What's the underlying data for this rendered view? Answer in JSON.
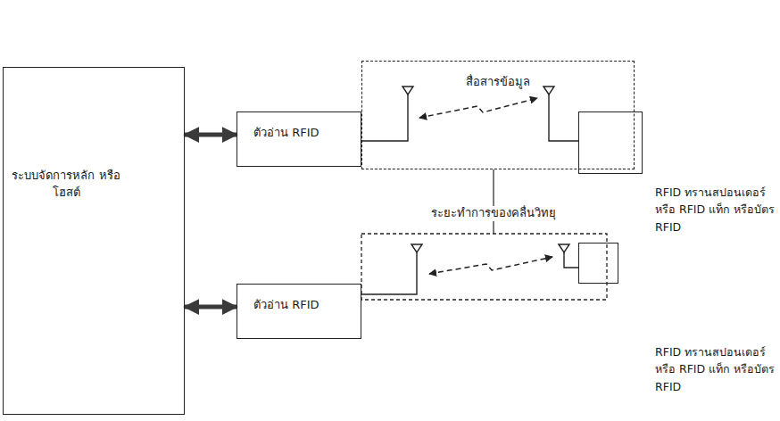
{
  "diagram": {
    "nodes": [
      {
        "text": [
          "ระบบจัดการหลัก หรือโฮสต์"
        ]
      },
      {
        "text": [
          "ตัวอ่าน RFID"
        ]
      },
      {
        "text": [
          "สื่อสารข้อมูล"
        ]
      },
      {
        "text": [
          "RFID ทรานสปอนเดอร์ หรือ RFID แท็ก หรือบัตร RFID"
        ]
      },
      {
        "text": [
          "ตัวอ่าน RFID"
        ]
      },
      {
        "text": [
          "RFID ทรานสปอนเดอร์ หรือ RFID แท็ก หรือบัตร RFID"
        ]
      }
    ],
    "edges": [
      {
        "from": 0,
        "to": 1,
        "arrow": "both"
      },
      {
        "from": 0,
        "to": 4,
        "arrow": "both"
      }
    ],
    "labels": [
      "ระยะทำการของคลื่นวิทยุ"
    ]
  }
}
